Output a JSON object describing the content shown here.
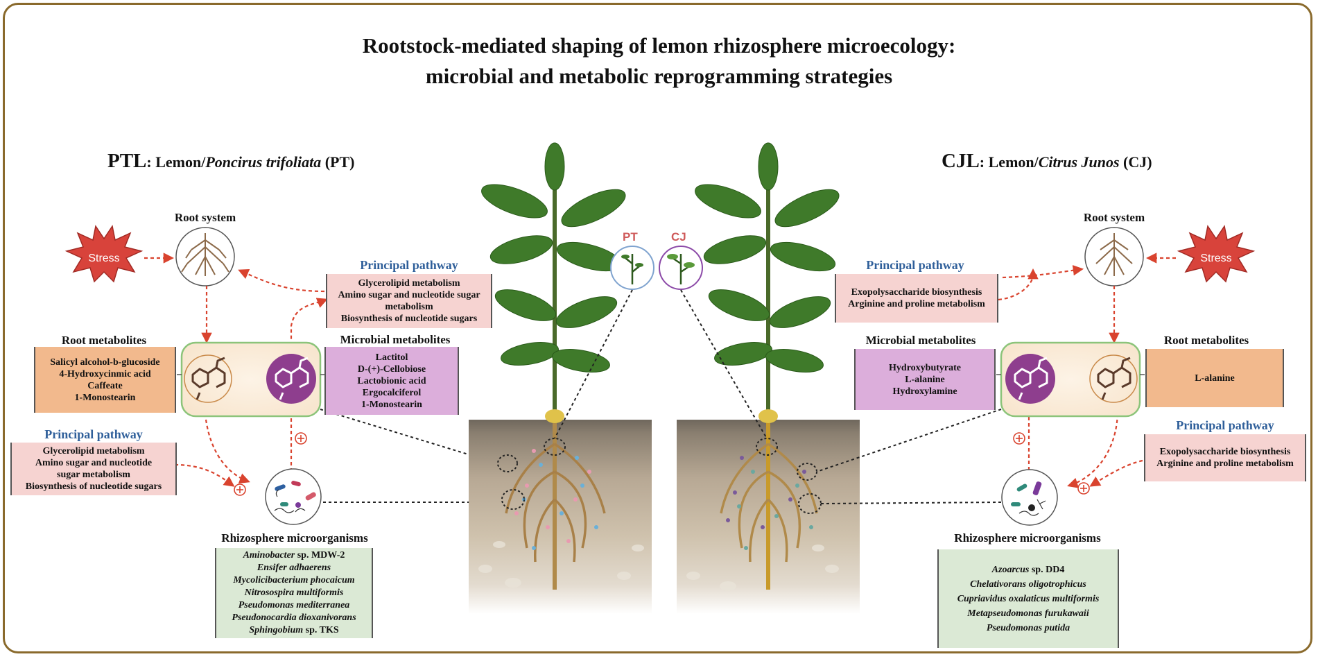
{
  "title": {
    "line1": "Rootstock-mediated shaping of lemon rhizosphere microecology:",
    "line2": "microbial and metabolic reprogramming strategies"
  },
  "left": {
    "head_abbr": "PTL",
    "head_text": "Lemon/",
    "head_species": "Poncirus trifoliata",
    "head_code": "(PT)",
    "stress": "Stress",
    "root_system": "Root system",
    "top_pathway": {
      "title": "Principal pathway",
      "lines": [
        "Glycerolipid metabolism",
        "Amino sugar and nucleotide sugar",
        "metabolism",
        "Biosynthesis of nucleotide sugars"
      ]
    },
    "root_metabolites": {
      "title": "Root metabolites",
      "items": [
        "Salicyl alcohol-b-glucoside",
        "4-Hydroxycinmic acid",
        "Caffeate",
        "1-Monostearin"
      ]
    },
    "microbial_metabolites": {
      "title": "Microbial metabolites",
      "items": [
        "Lactitol",
        "D-(+)-Cellobiose",
        "Lactobionic acid",
        "Ergocalciferol",
        "1-Monostearin"
      ]
    },
    "bottom_pathway": {
      "title": "Principal pathway",
      "lines": [
        "Glycerolipid metabolism",
        "Amino sugar and nucleotide",
        "sugar metabolism",
        "Biosynthesis of nucleotide sugars"
      ]
    },
    "microorganisms": {
      "title": "Rhizosphere microorganisms",
      "items": [
        {
          "genus": "Aminobacter",
          "rest": " sp. MDW-2"
        },
        {
          "genus": "Ensifer adhaerens",
          "rest": ""
        },
        {
          "genus": "Mycolicibacterium phocaicum",
          "rest": ""
        },
        {
          "genus": "Nitrosospira multiformis",
          "rest": ""
        },
        {
          "genus": "Pseudomonas mediterranea",
          "rest": ""
        },
        {
          "genus": "Pseudonocardia dioxanivorans",
          "rest": ""
        },
        {
          "genus": "Sphingobium",
          "rest": " sp. TKS"
        }
      ]
    }
  },
  "right": {
    "head_abbr": "CJL",
    "head_text": "Lemon/",
    "head_species": "Citrus Junos",
    "head_code": "(CJ)",
    "stress": "Stress",
    "root_system": "Root system",
    "top_pathway": {
      "title": "Principal pathway",
      "lines": [
        "Exopolysaccharide biosynthesis",
        "Arginine and proline metabolism"
      ]
    },
    "microbial_metabolites": {
      "title": "Microbial metabolites",
      "items": [
        "Hydroxybutyrate",
        "L-alanine",
        "Hydroxylamine"
      ]
    },
    "root_metabolites": {
      "title": "Root metabolites",
      "items": [
        "L-alanine"
      ]
    },
    "bottom_pathway": {
      "title": "Principal pathway",
      "lines": [
        "Exopolysaccharide biosynthesis",
        "Arginine and proline metabolism"
      ]
    },
    "microorganisms": {
      "title": "Rhizosphere microorganisms",
      "items": [
        {
          "genus": "Azoarcus",
          "rest": " sp. DD4"
        },
        {
          "genus": "Chelativorans oligotrophicus",
          "rest": ""
        },
        {
          "genus": "Cupriavidus oxalaticus multiformis",
          "rest": ""
        },
        {
          "genus": "Metapseudomonas furukawaii",
          "rest": ""
        },
        {
          "genus": "Pseudomonas putida",
          "rest": ""
        }
      ]
    }
  },
  "center": {
    "tag_pt": "PT",
    "tag_cj": "CJ"
  },
  "colors": {
    "frame": "#8a6a2c",
    "arrow": "#d9432e",
    "pathway_title": "#2f5f9a",
    "pink_box": "#f6d3d1",
    "orange_box": "#f2b98d",
    "purple_box": "#dcaedb",
    "green_box": "#dbe9d5",
    "metabolite_panel": "#fbeede",
    "panel_border": "#8cc47a",
    "purple_circle": "#8e3e8e",
    "stress": "#d8433b"
  },
  "icons": [
    "stress-star-icon",
    "root-system-icon",
    "molecule-icon",
    "microbe-icon",
    "plus-circle-icon",
    "lemon-plant-icon",
    "soil-profile-icon"
  ]
}
